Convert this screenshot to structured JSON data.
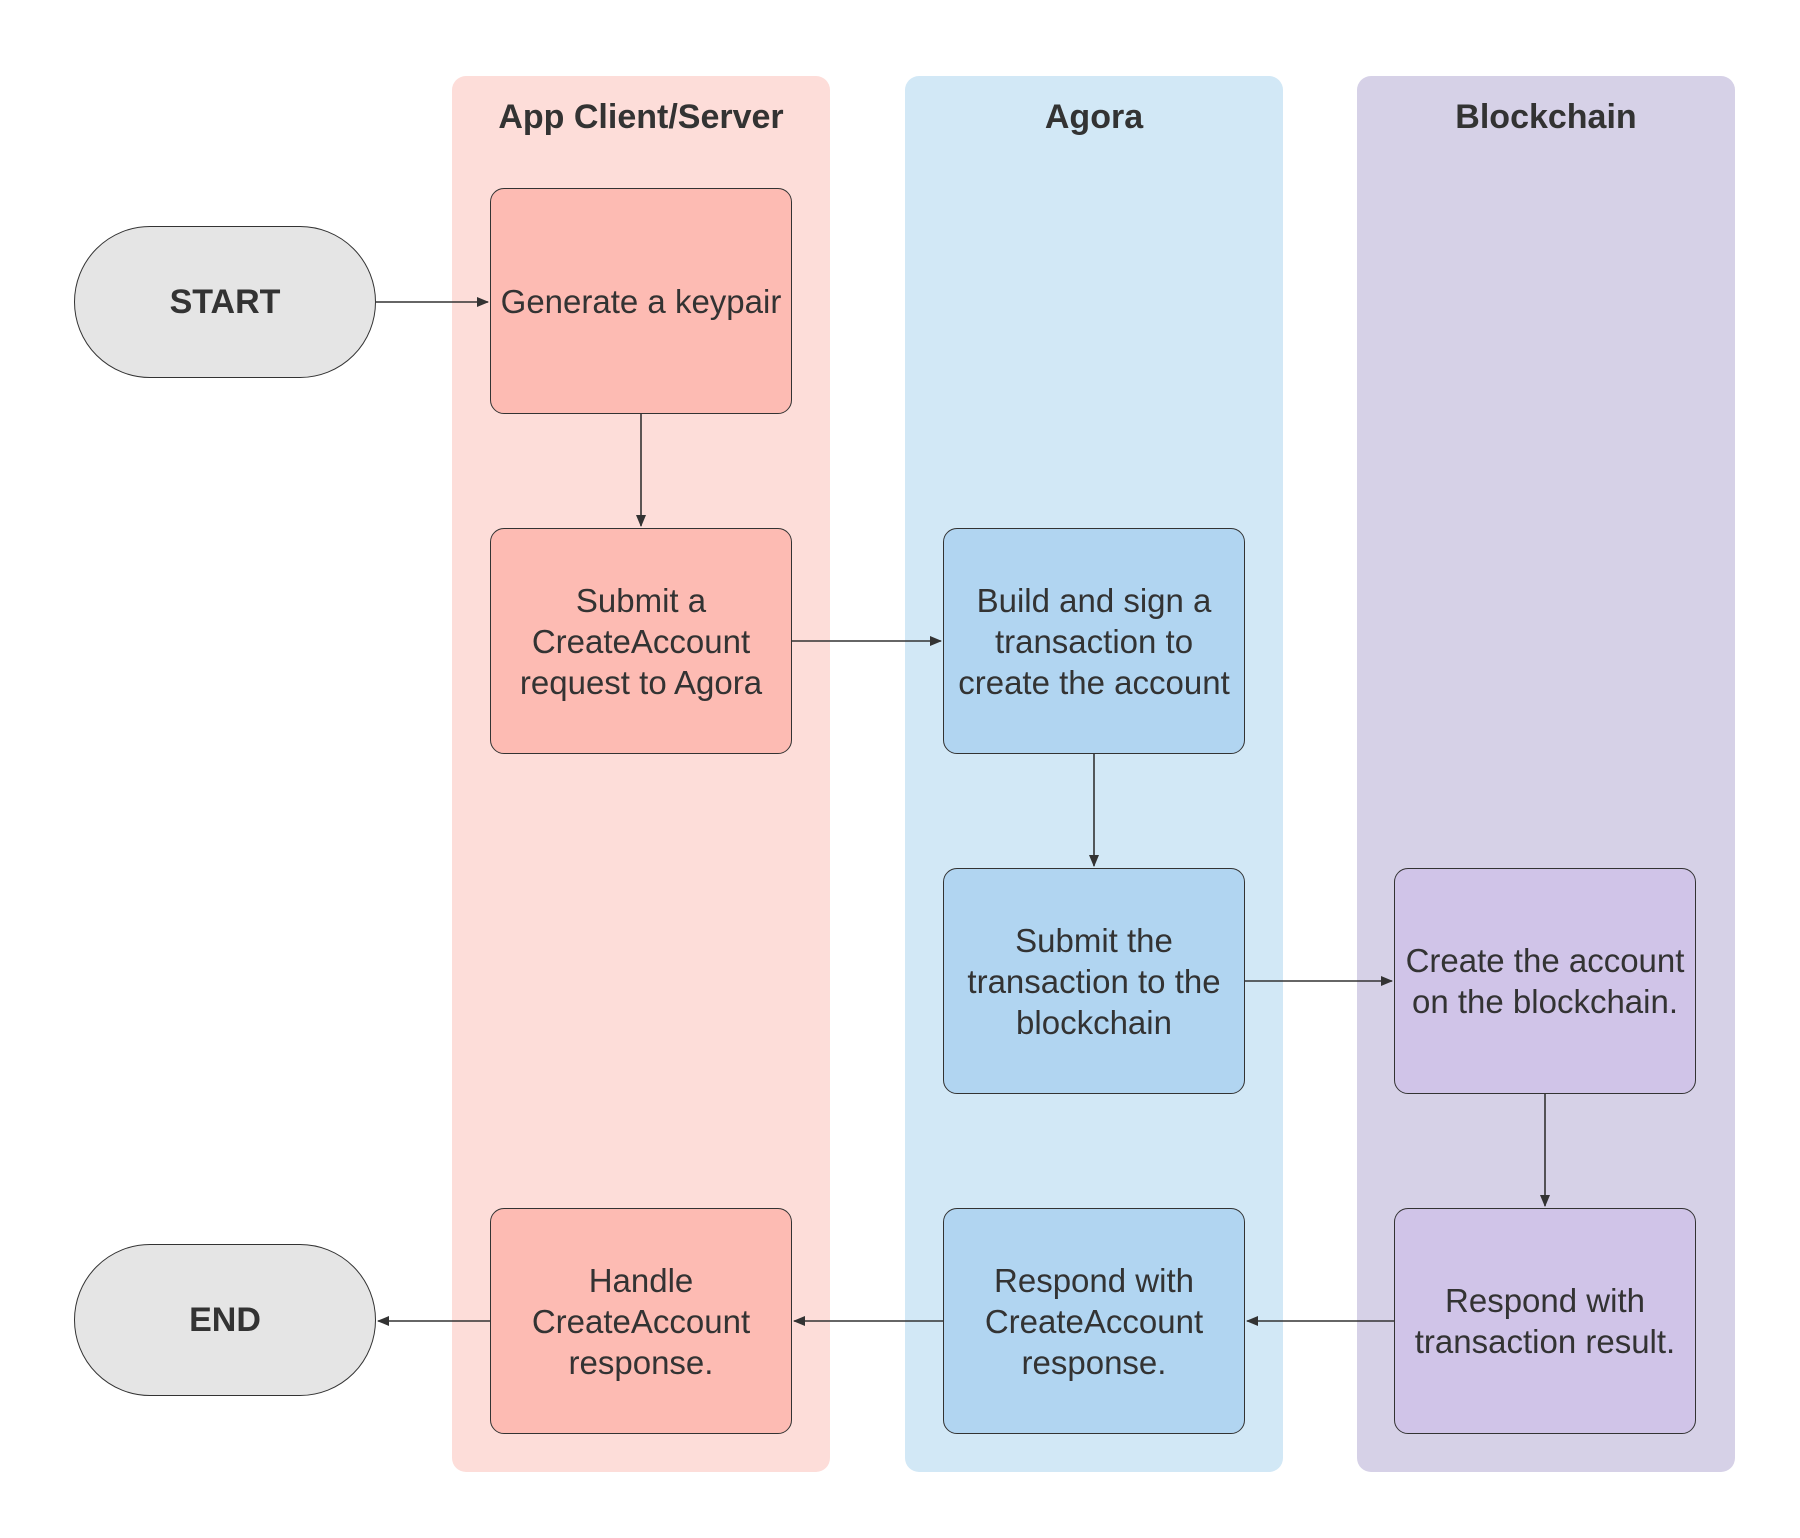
{
  "colors": {
    "lane_app": "#fdddd9",
    "lane_agora": "#d2e8f6",
    "lane_blockchain": "#d6d1e7",
    "box_app": "#fdbbb3",
    "box_agora": "#b1d5f1",
    "box_blockchain": "#d0c4e8",
    "terminal": "#e5e5e5",
    "line": "#333333"
  },
  "lanes": {
    "app": {
      "title": "App Client/Server"
    },
    "agora": {
      "title": "Agora"
    },
    "blockchain": {
      "title": "Blockchain"
    }
  },
  "terminals": {
    "start": "START",
    "end": "END"
  },
  "steps": {
    "generate_keypair": "Generate a keypair",
    "submit_create_account": "Submit a CreateAccount request to Agora",
    "build_sign_transaction": "Build and sign a transaction to create the account",
    "submit_transaction": "Submit the transaction to the blockchain",
    "create_account_blockchain": "Create the account on the blockchain.",
    "respond_transaction_result": "Respond with transaction result.",
    "respond_create_account": "Respond with CreateAccount response.",
    "handle_response": "Handle CreateAccount response."
  }
}
